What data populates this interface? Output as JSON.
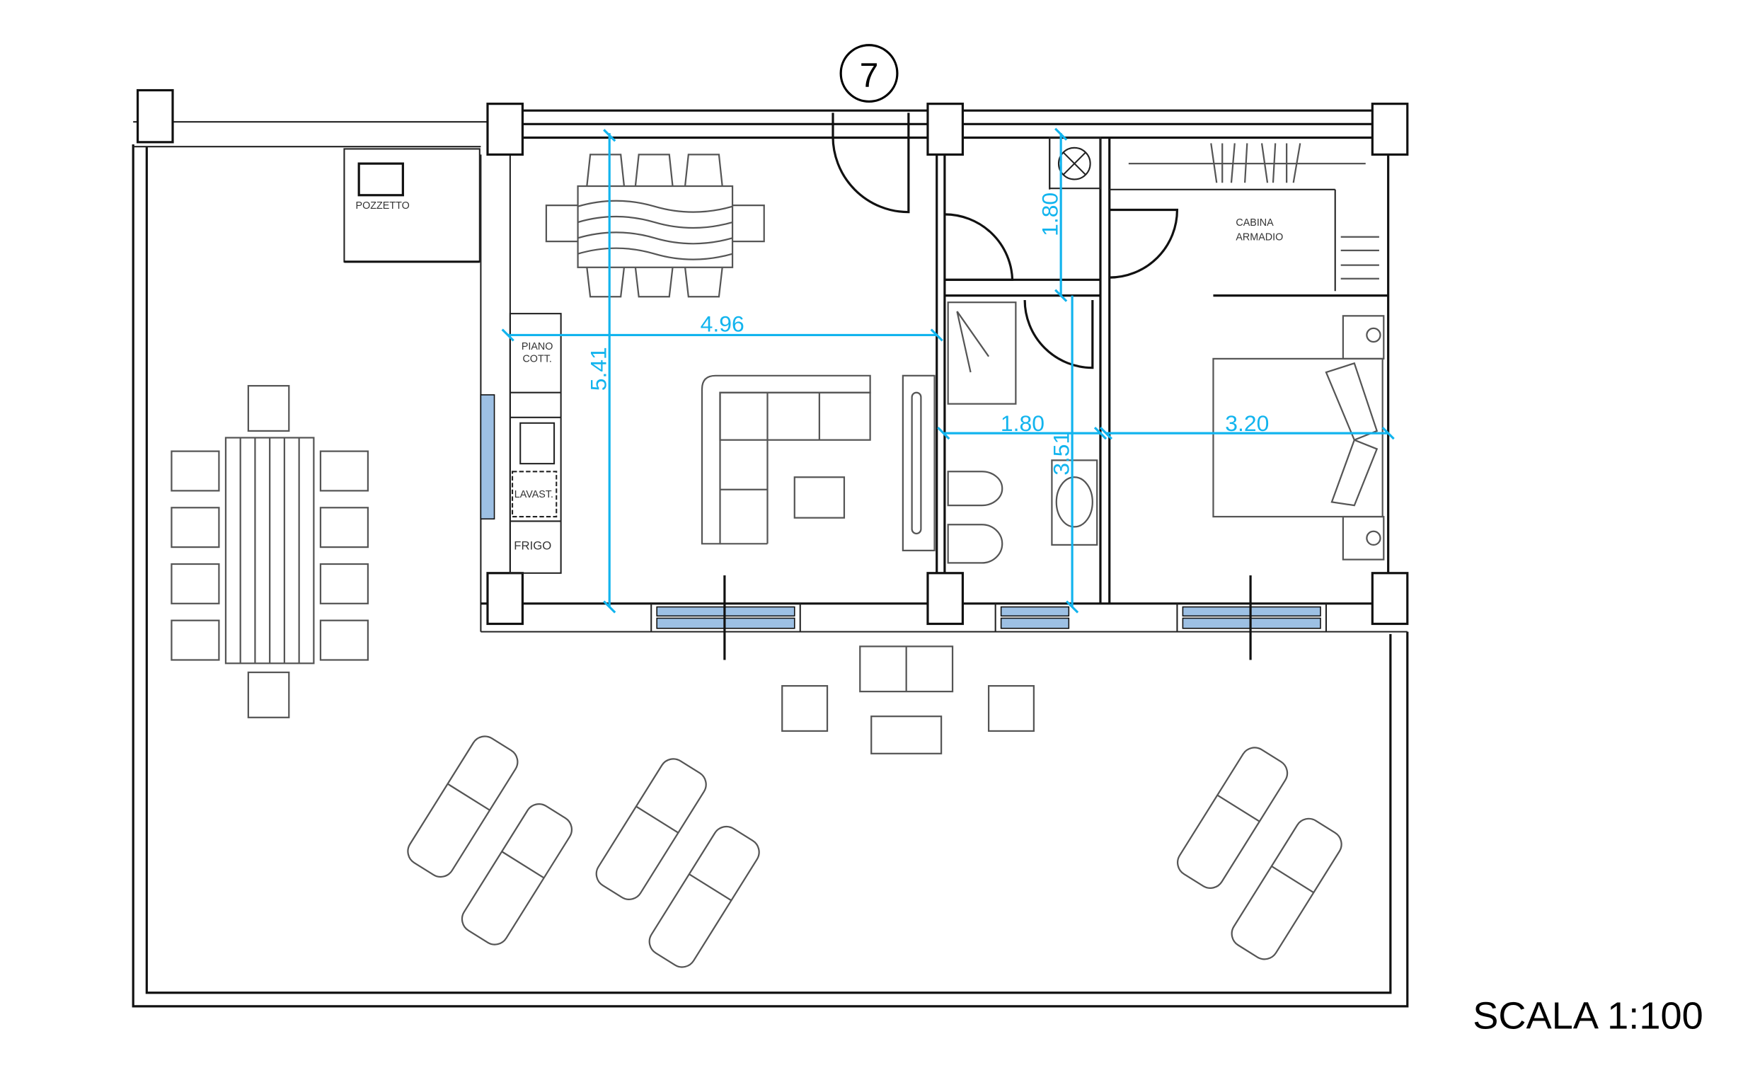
{
  "plan": {
    "axis_marker": "7",
    "scale_label": "SCALA 1:100",
    "labels": {
      "pozzetto": "POZZETTO",
      "piano_line1": "PIANO",
      "piano_line2": "COTT.",
      "lavast": "LAVAST.",
      "frigo": "FRIGO",
      "cabina_line1": "CABINA",
      "cabina_line2": "ARMADIO"
    },
    "dimensions": {
      "living_width": "4.96",
      "living_depth": "5.41",
      "closet_depth": "1.80",
      "bath_width": "1.80",
      "bath_depth": "3.51",
      "bedroom_width": "3.20"
    },
    "colors": {
      "dimension": "#12b4ee",
      "window": "#9dc0e4",
      "wall": "#111111"
    }
  }
}
